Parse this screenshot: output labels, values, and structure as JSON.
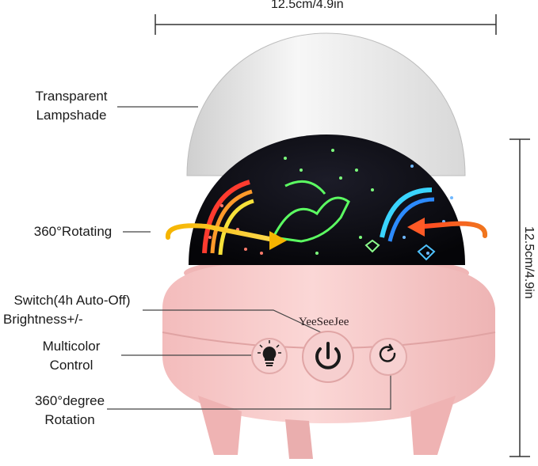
{
  "dimensions": {
    "width_label": "12.5cm/4.9in",
    "height_label": "12.5cm/4.9in"
  },
  "callouts": {
    "lampshade_line1": "Transparent",
    "lampshade_line2": "Lampshade",
    "rotating": "360°Rotating",
    "switch_line1": "Switch(4h Auto-Off)",
    "switch_line2": "Brightness+/-",
    "multicolor_line1": "Multicolor",
    "multicolor_line2": "Control",
    "rotation_line1": "360°degree",
    "rotation_line2": "Rotation"
  },
  "product": {
    "brand": "YeeSeeJee",
    "body_color": "#f4c3c3",
    "dome_color": "#0b0b14"
  },
  "icons": {
    "bulb": "lightbulb-icon",
    "power": "power-icon",
    "rotate": "rotate-icon"
  }
}
